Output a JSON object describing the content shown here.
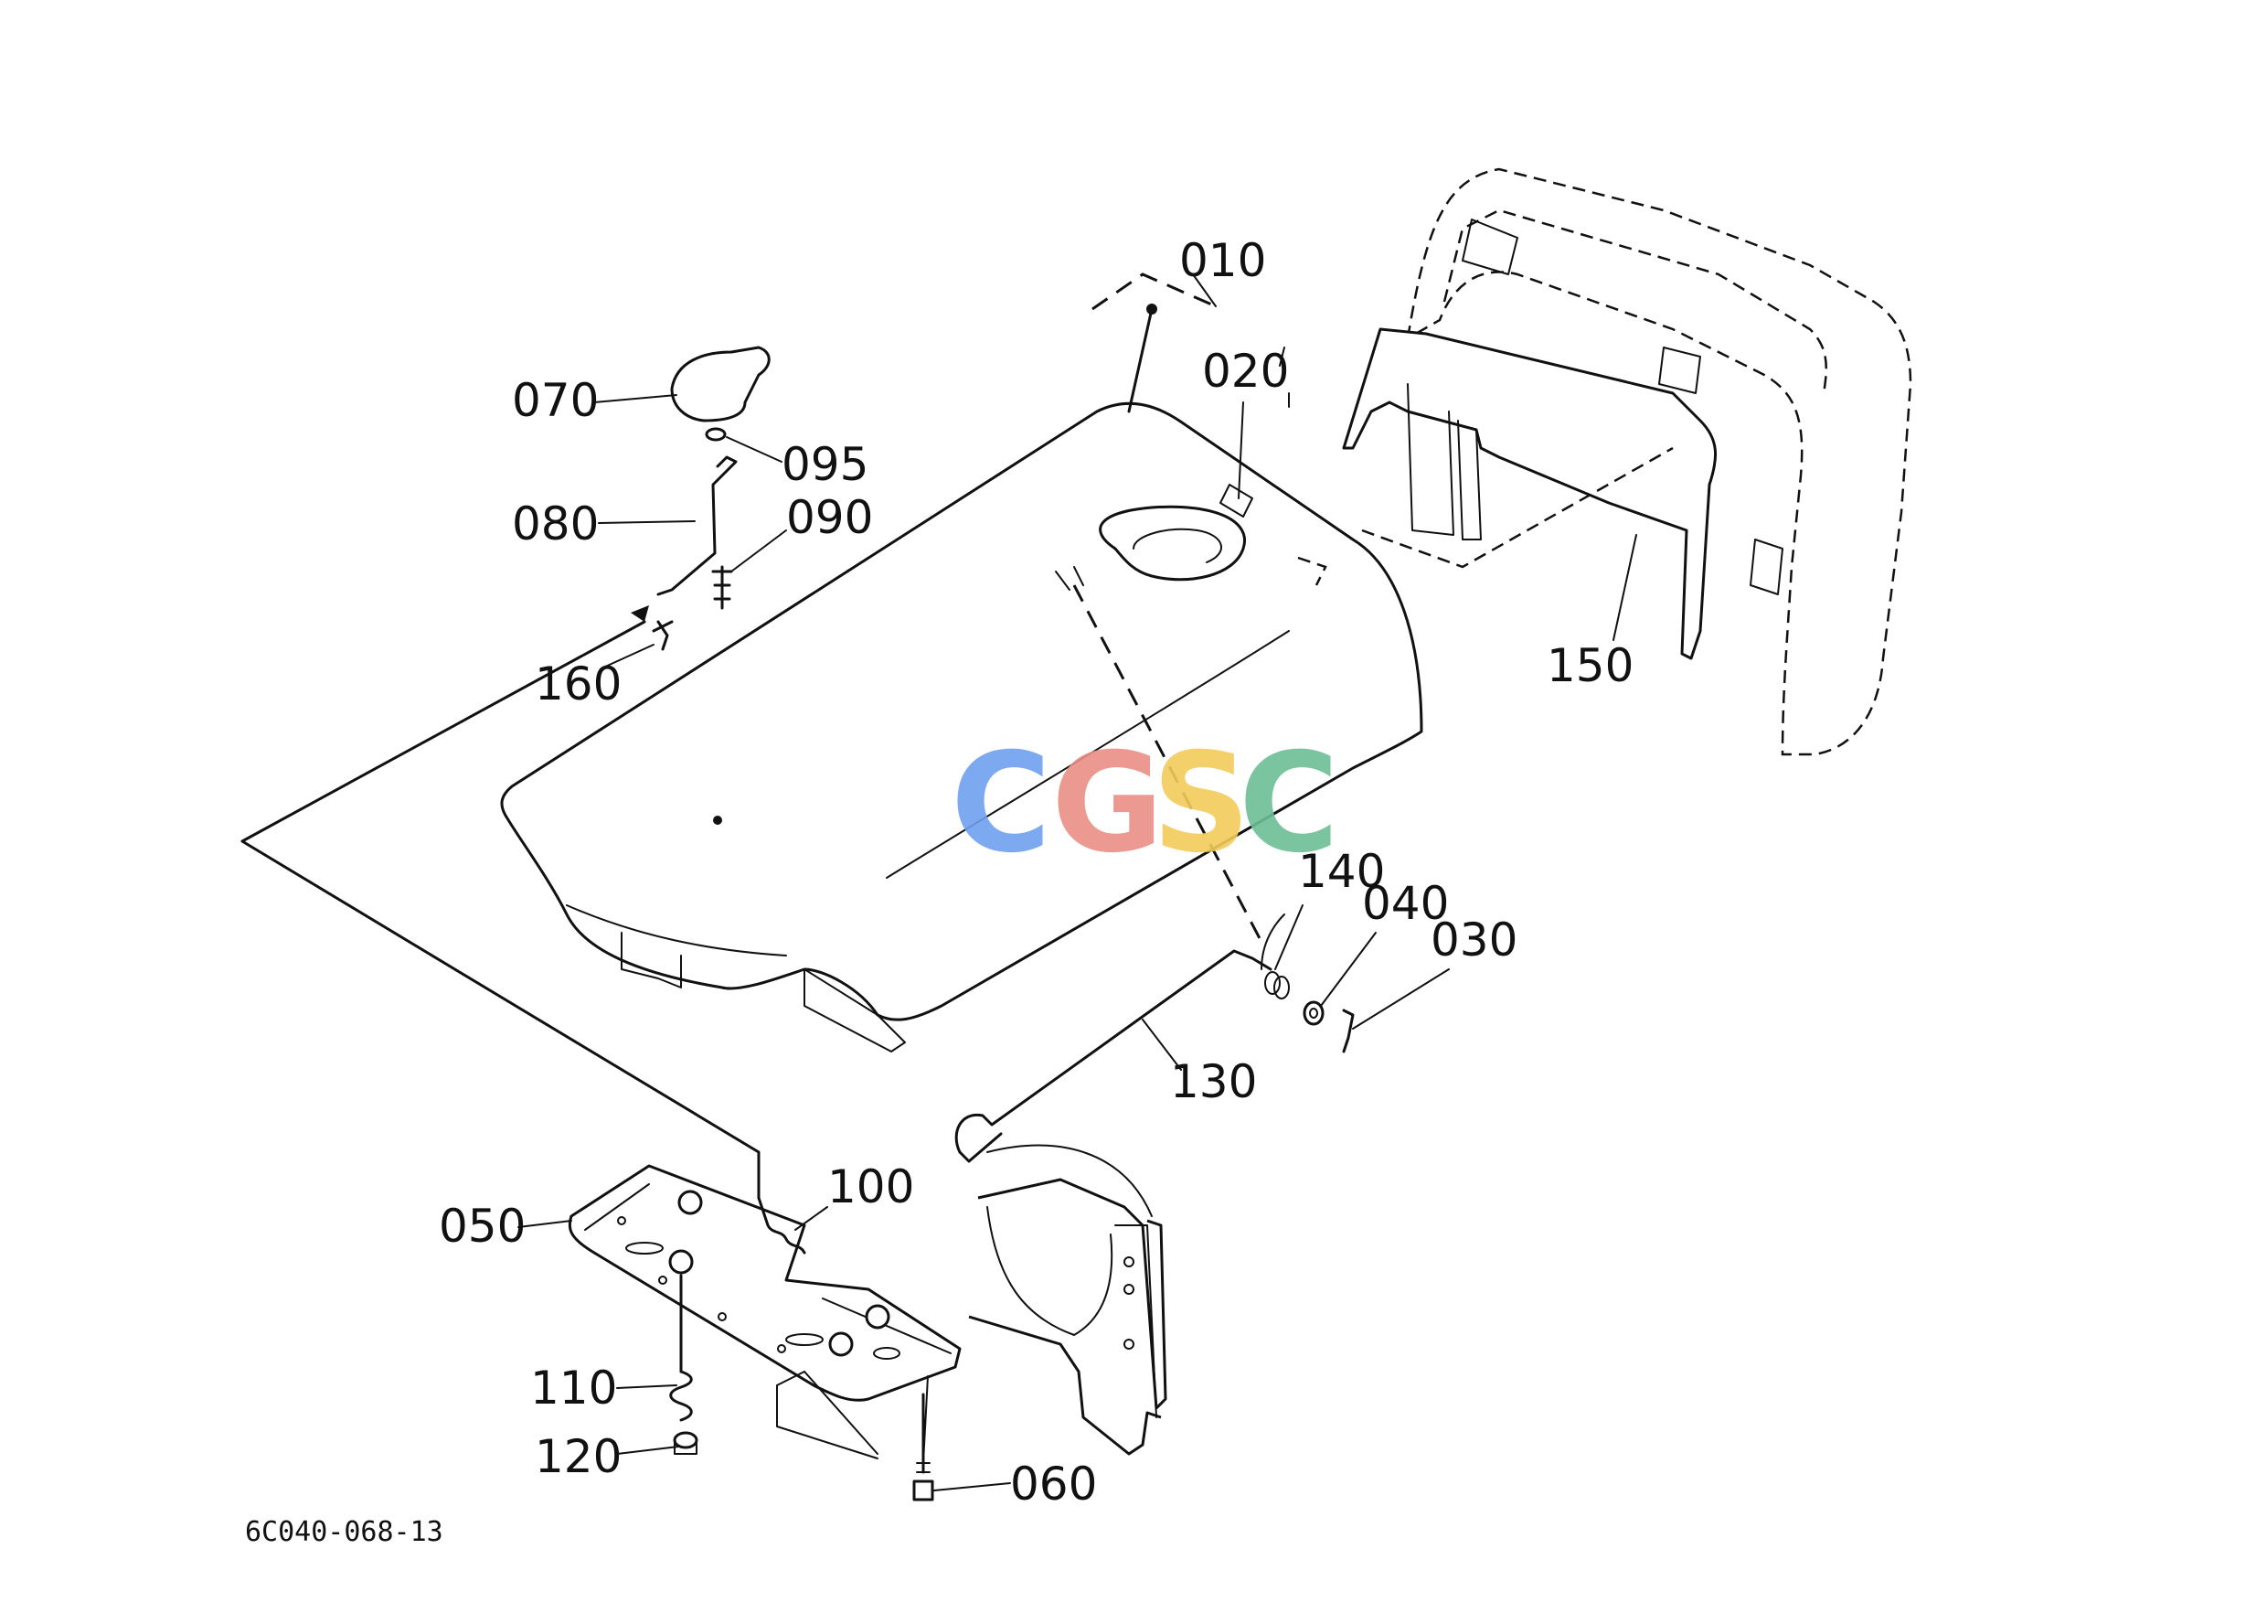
{
  "diagram": {
    "drawing_code": "6C040-068-13",
    "watermark": {
      "letters": [
        {
          "char": "C",
          "color": "#6ea0ee"
        },
        {
          "char": "G",
          "color": "#e98f86"
        },
        {
          "char": "S",
          "color": "#f3cc5a"
        },
        {
          "char": "C",
          "color": "#6cbf95"
        }
      ]
    },
    "parts": [
      {
        "id": "010"
      },
      {
        "id": "020"
      },
      {
        "id": "030"
      },
      {
        "id": "040"
      },
      {
        "id": "050"
      },
      {
        "id": "060"
      },
      {
        "id": "070"
      },
      {
        "id": "080"
      },
      {
        "id": "090"
      },
      {
        "id": "095"
      },
      {
        "id": "100"
      },
      {
        "id": "110"
      },
      {
        "id": "120"
      },
      {
        "id": "130"
      },
      {
        "id": "140"
      },
      {
        "id": "150"
      },
      {
        "id": "160"
      }
    ]
  }
}
